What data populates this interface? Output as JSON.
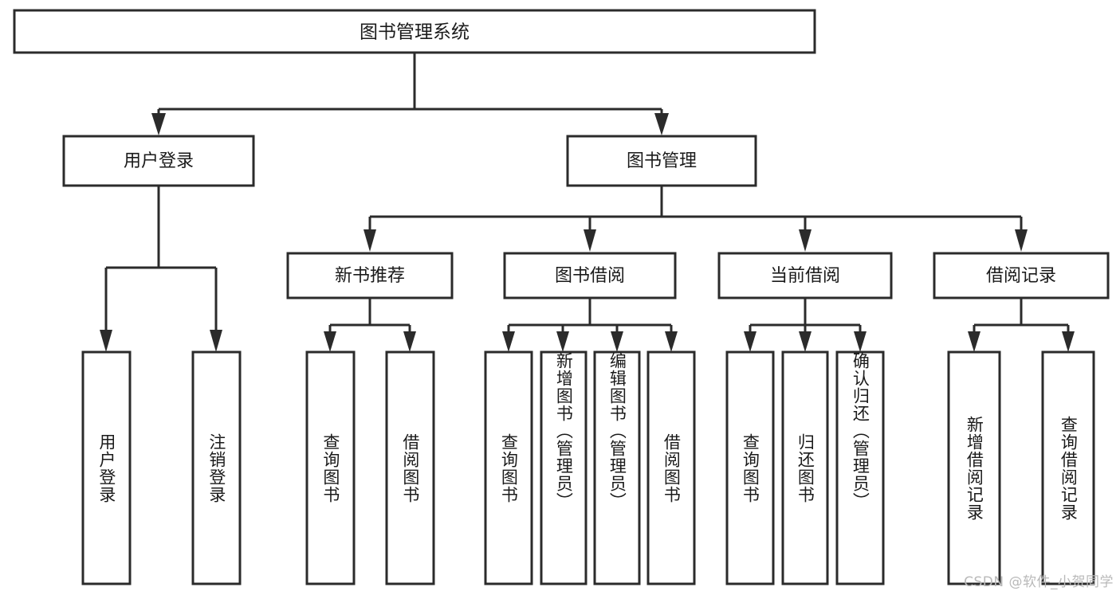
{
  "diagram": {
    "type": "tree",
    "title": "图书管理系统",
    "orientation": "top-down",
    "colors": {
      "box_stroke": "#2b2b2b",
      "box_fill": "#ffffff",
      "text": "#1a1a1a",
      "background": "#ffffff",
      "watermark": "#b9b9b9"
    },
    "root": {
      "label": "图书管理系统"
    },
    "level2": [
      {
        "label": "用户登录"
      },
      {
        "label": "图书管理"
      }
    ],
    "level3": [
      {
        "label": "新书推荐"
      },
      {
        "label": "图书借阅"
      },
      {
        "label": "当前借阅"
      },
      {
        "label": "借阅记录"
      }
    ],
    "leaves": {
      "user_login": [
        {
          "label": "用户登录"
        },
        {
          "label": "注销登录"
        }
      ],
      "new_book_recommend": [
        {
          "label": "查询图书"
        },
        {
          "label": "借阅图书"
        }
      ],
      "book_borrow": [
        {
          "label": "查询图书"
        },
        {
          "label": "新增图书（管理员）"
        },
        {
          "label": "编辑图书（管理员）"
        },
        {
          "label": "借阅图书"
        }
      ],
      "current_borrow": [
        {
          "label": "查询图书"
        },
        {
          "label": "归还图书"
        },
        {
          "label": "确认归还（管理员）"
        }
      ],
      "borrow_record": [
        {
          "label": "新增借阅记录"
        },
        {
          "label": "查询借阅记录"
        }
      ]
    }
  },
  "watermark": {
    "text": "CSDN @软件_小贺同学"
  }
}
